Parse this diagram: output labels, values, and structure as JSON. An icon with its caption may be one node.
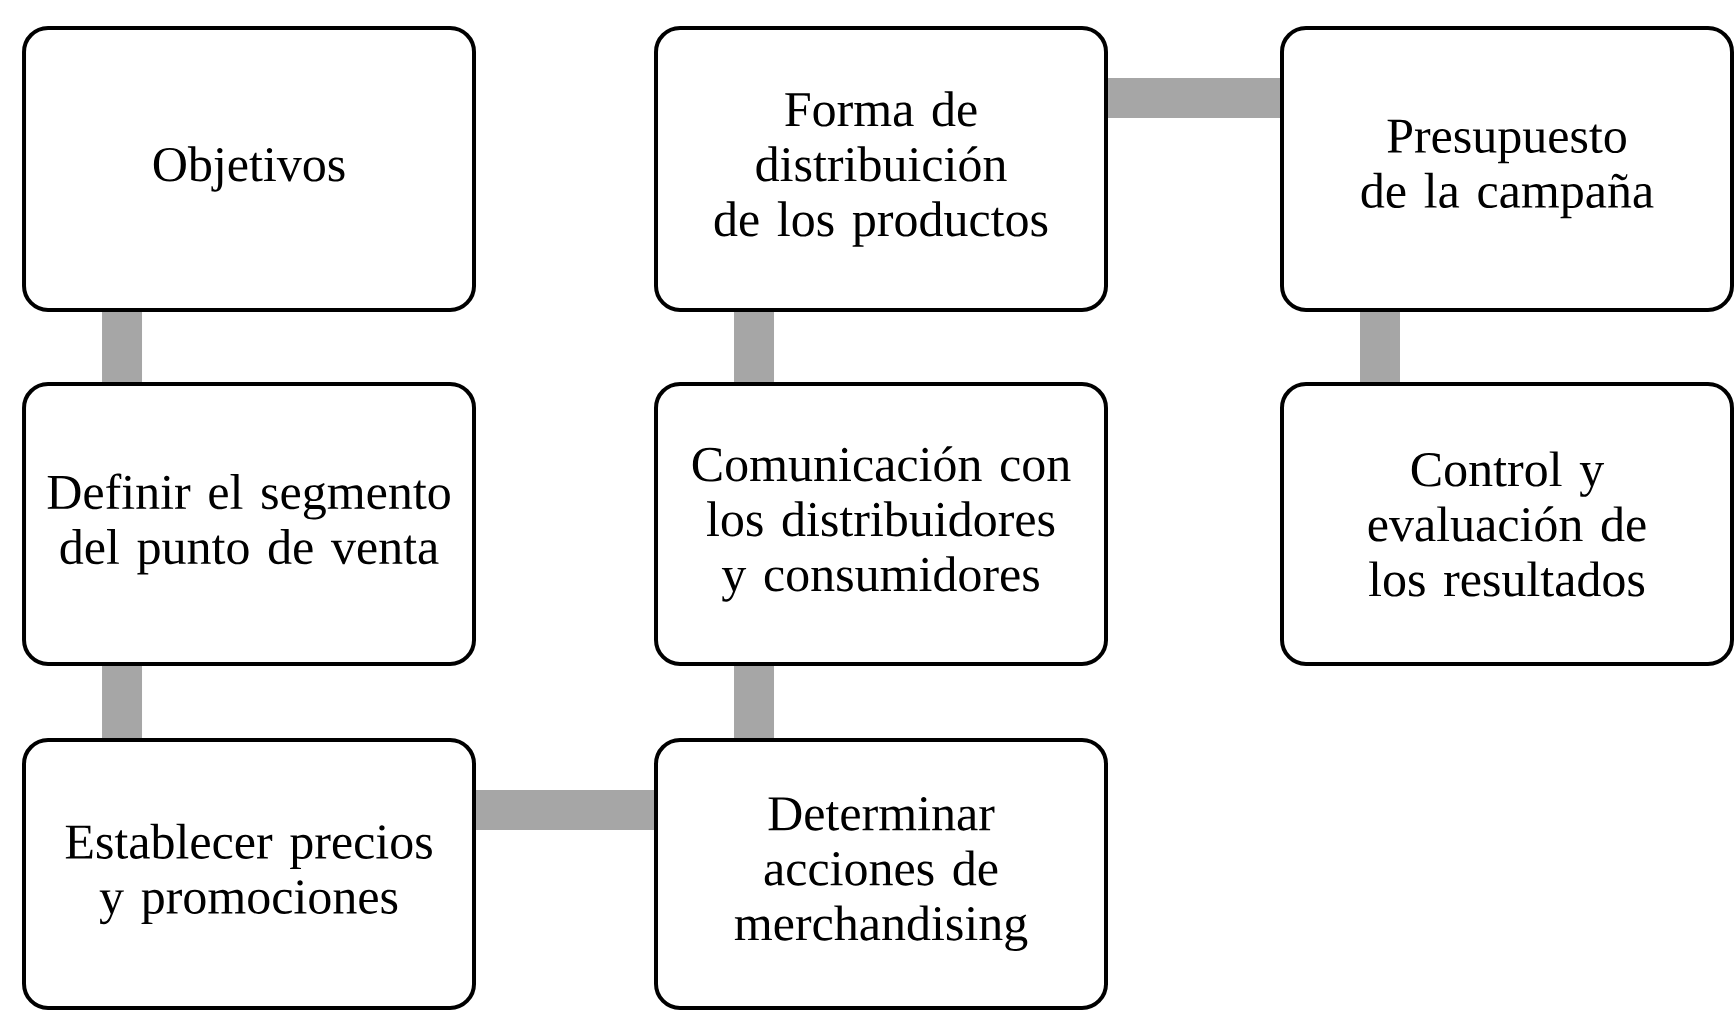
{
  "diagram": {
    "nodes": [
      {
        "text": [
          "Objetivos"
        ]
      },
      {
        "text": [
          "Definir el segmento del punto de venta"
        ]
      },
      {
        "text": [
          "Establecer precios y promociones"
        ]
      },
      {
        "text": [
          "Determinar acciones de merchandising"
        ]
      },
      {
        "text": [
          "Comunicación con los distribuidores y consumidores"
        ]
      },
      {
        "text": [
          "Forma de distribuición de los productos"
        ]
      },
      {
        "text": [
          "Presupuesto de la campaña"
        ]
      },
      {
        "text": [
          "Control y evaluación de los resultados"
        ]
      }
    ],
    "edges": [
      {
        "from": 0,
        "to": 1,
        "arrow": "none"
      },
      {
        "from": 1,
        "to": 2,
        "arrow": "none"
      },
      {
        "from": 2,
        "to": 3,
        "arrow": "none"
      },
      {
        "from": 3,
        "to": 4,
        "arrow": "none"
      },
      {
        "from": 4,
        "to": 5,
        "arrow": "none"
      },
      {
        "from": 5,
        "to": 6,
        "arrow": "none"
      },
      {
        "from": 6,
        "to": 7,
        "arrow": "none"
      }
    ]
  }
}
